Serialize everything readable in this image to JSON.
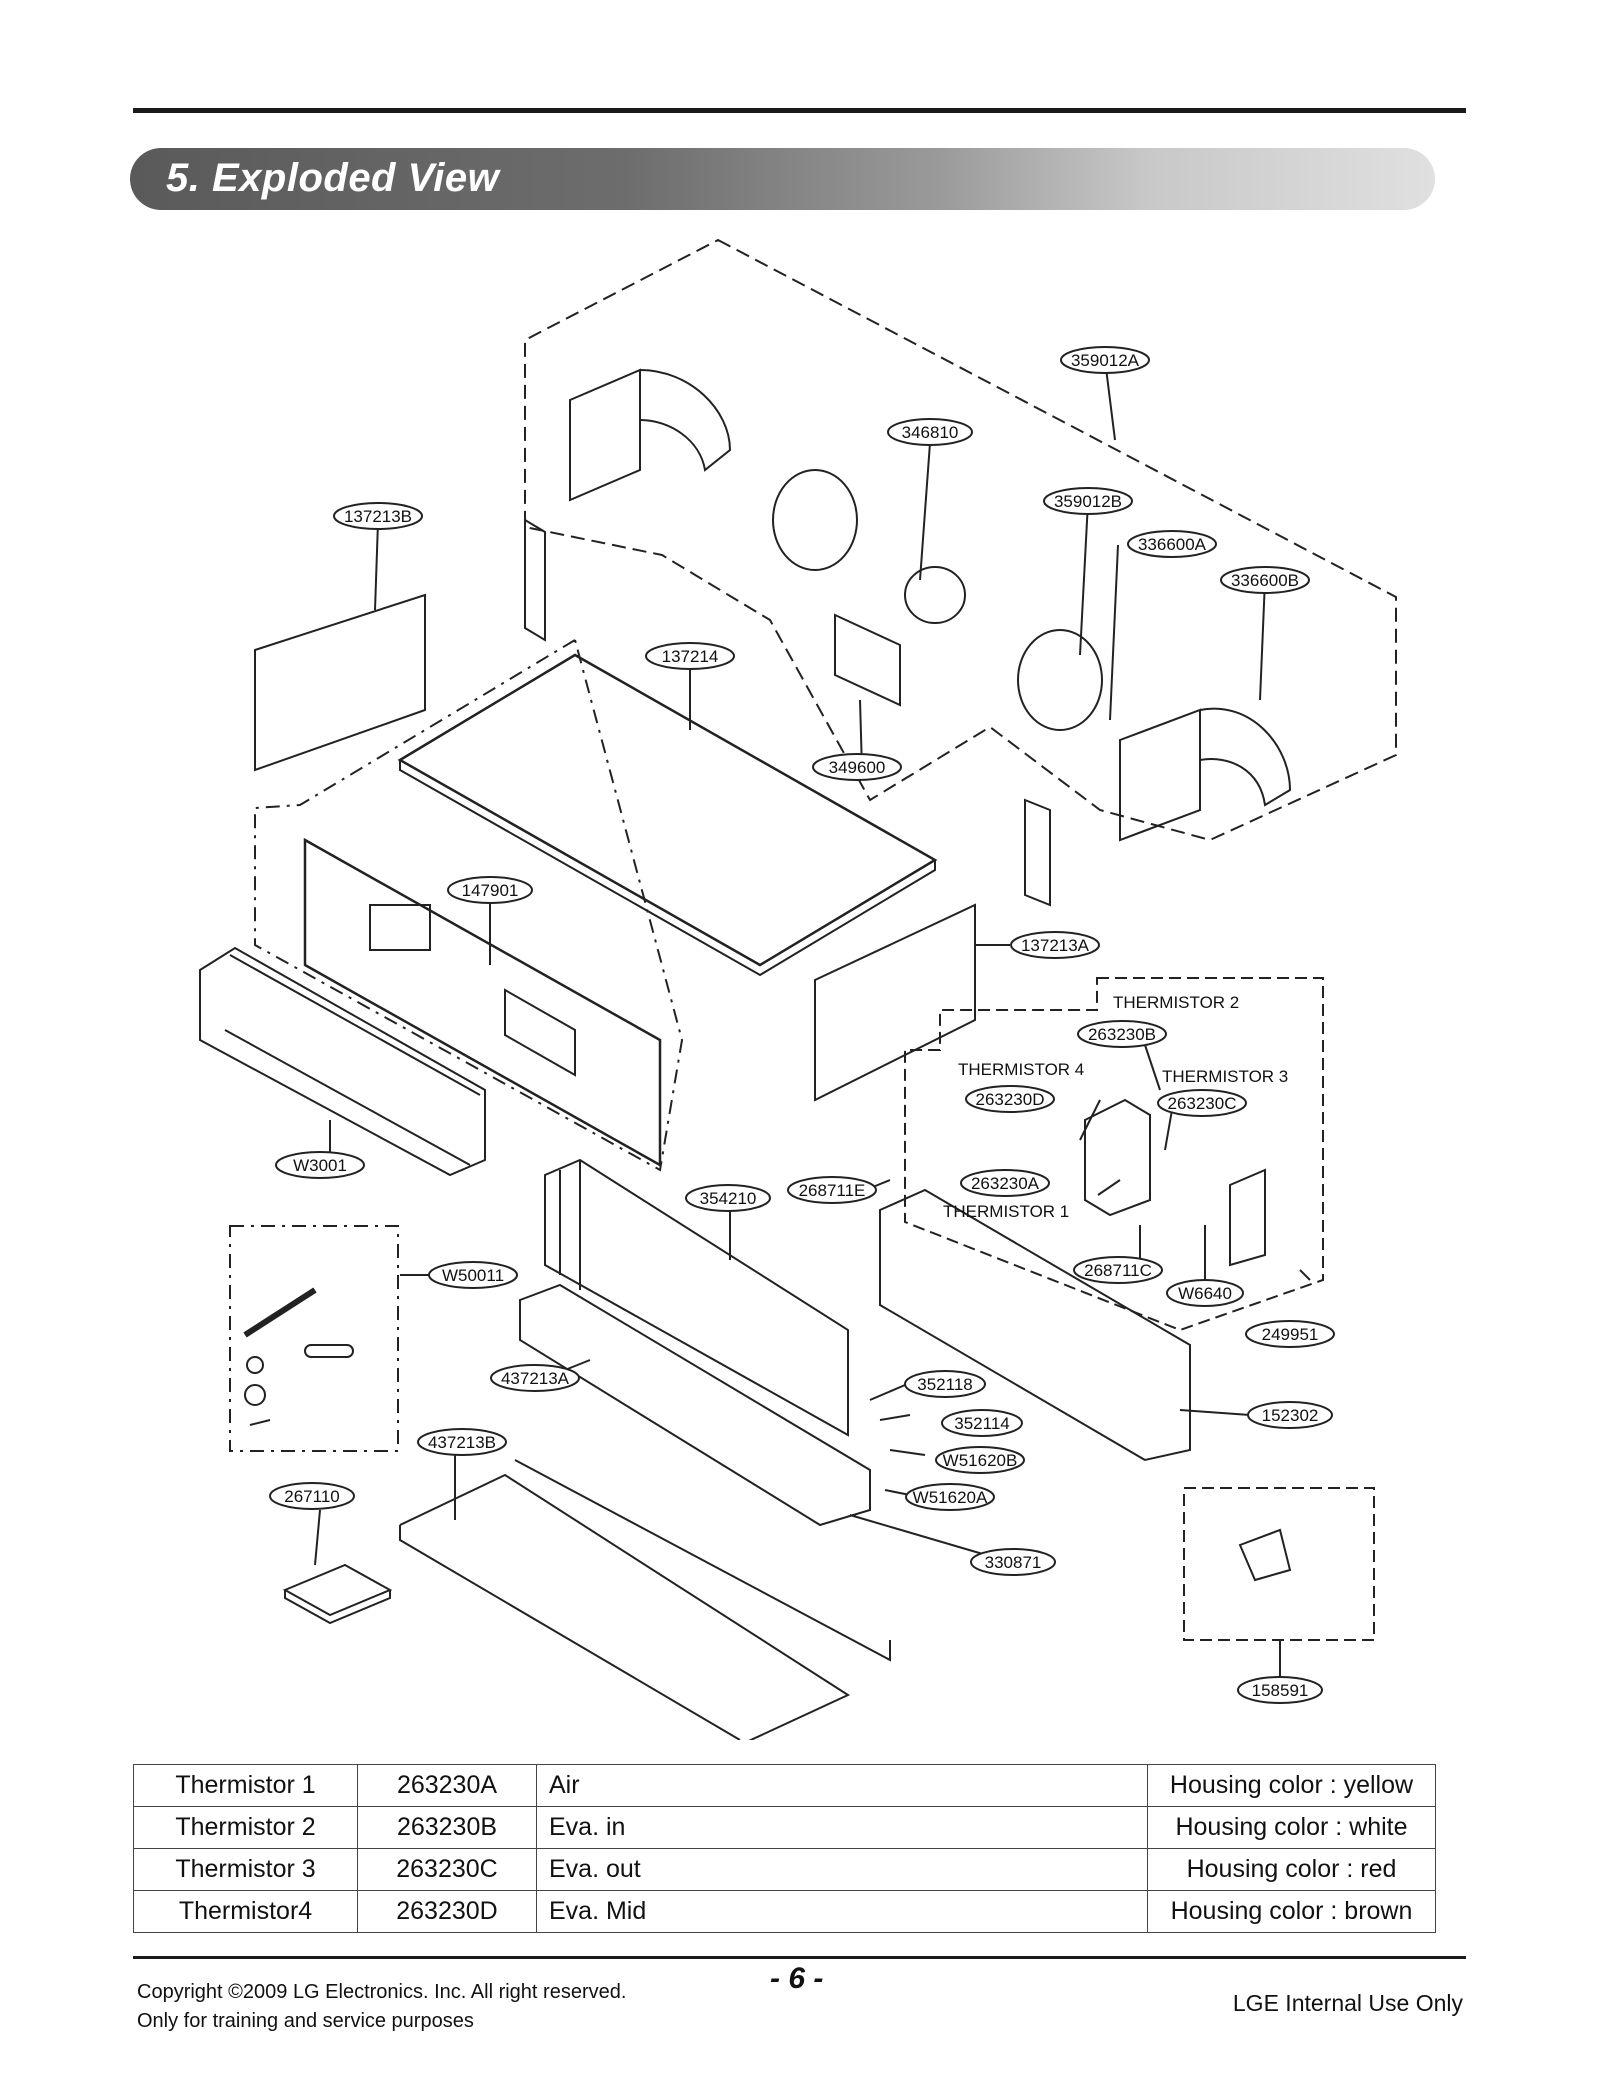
{
  "page": {
    "section_title": "5. Exploded View",
    "page_number": "- 6 -",
    "copyright": "Copyright ©2009 LG Electronics. Inc. All right reserved.",
    "training_note": "Only for training and service purposes",
    "internal_note": "LGE Internal Use Only"
  },
  "parts": [
    {
      "id": "p-359012A",
      "label": "359012A"
    },
    {
      "id": "p-346810",
      "label": "346810"
    },
    {
      "id": "p-137213B",
      "label": "137213B"
    },
    {
      "id": "p-359012B",
      "label": "359012B"
    },
    {
      "id": "p-336600A",
      "label": "336600A"
    },
    {
      "id": "p-336600B",
      "label": "336600B"
    },
    {
      "id": "p-137214",
      "label": "137214"
    },
    {
      "id": "p-349600",
      "label": "349600"
    },
    {
      "id": "p-147901",
      "label": "147901"
    },
    {
      "id": "p-137213A",
      "label": "137213A"
    },
    {
      "id": "p-263230B",
      "label": "263230B"
    },
    {
      "id": "p-263230D",
      "label": "263230D"
    },
    {
      "id": "p-263230C",
      "label": "263230C"
    },
    {
      "id": "p-263230A",
      "label": "263230A"
    },
    {
      "id": "p-W3001",
      "label": "W3001"
    },
    {
      "id": "p-354210",
      "label": "354210"
    },
    {
      "id": "p-268711E",
      "label": "268711E"
    },
    {
      "id": "p-268711C",
      "label": "268711C"
    },
    {
      "id": "p-W6640",
      "label": "W6640"
    },
    {
      "id": "p-249951",
      "label": "249951"
    },
    {
      "id": "p-W50011",
      "label": "W50011"
    },
    {
      "id": "p-437213A",
      "label": "437213A"
    },
    {
      "id": "p-352118",
      "label": "352118"
    },
    {
      "id": "p-352114",
      "label": "352114"
    },
    {
      "id": "p-152302",
      "label": "152302"
    },
    {
      "id": "p-437213B",
      "label": "437213B"
    },
    {
      "id": "p-W51620B",
      "label": "W51620B"
    },
    {
      "id": "p-267110",
      "label": "267110"
    },
    {
      "id": "p-W51620A",
      "label": "W51620A"
    },
    {
      "id": "p-330871",
      "label": "330871"
    },
    {
      "id": "p-158591",
      "label": "158591"
    }
  ],
  "thermistor_labels": {
    "t2": "THERMISTOR 2",
    "t4": "THERMISTOR 4",
    "t3": "THERMISTOR 3",
    "t1": "THERMISTOR 1"
  },
  "thermistor_table": [
    {
      "name": "Thermistor 1",
      "code": "263230A",
      "location": "Air",
      "housing": "Housing color : yellow"
    },
    {
      "name": "Thermistor 2",
      "code": "263230B",
      "location": "Eva. in",
      "housing": "Housing color : white"
    },
    {
      "name": "Thermistor 3",
      "code": "263230C",
      "location": "Eva. out",
      "housing": "Housing color : red"
    },
    {
      "name": "Thermistor4",
      "code": "263230D",
      "location": "Eva. Mid",
      "housing": "Housing color : brown"
    }
  ]
}
